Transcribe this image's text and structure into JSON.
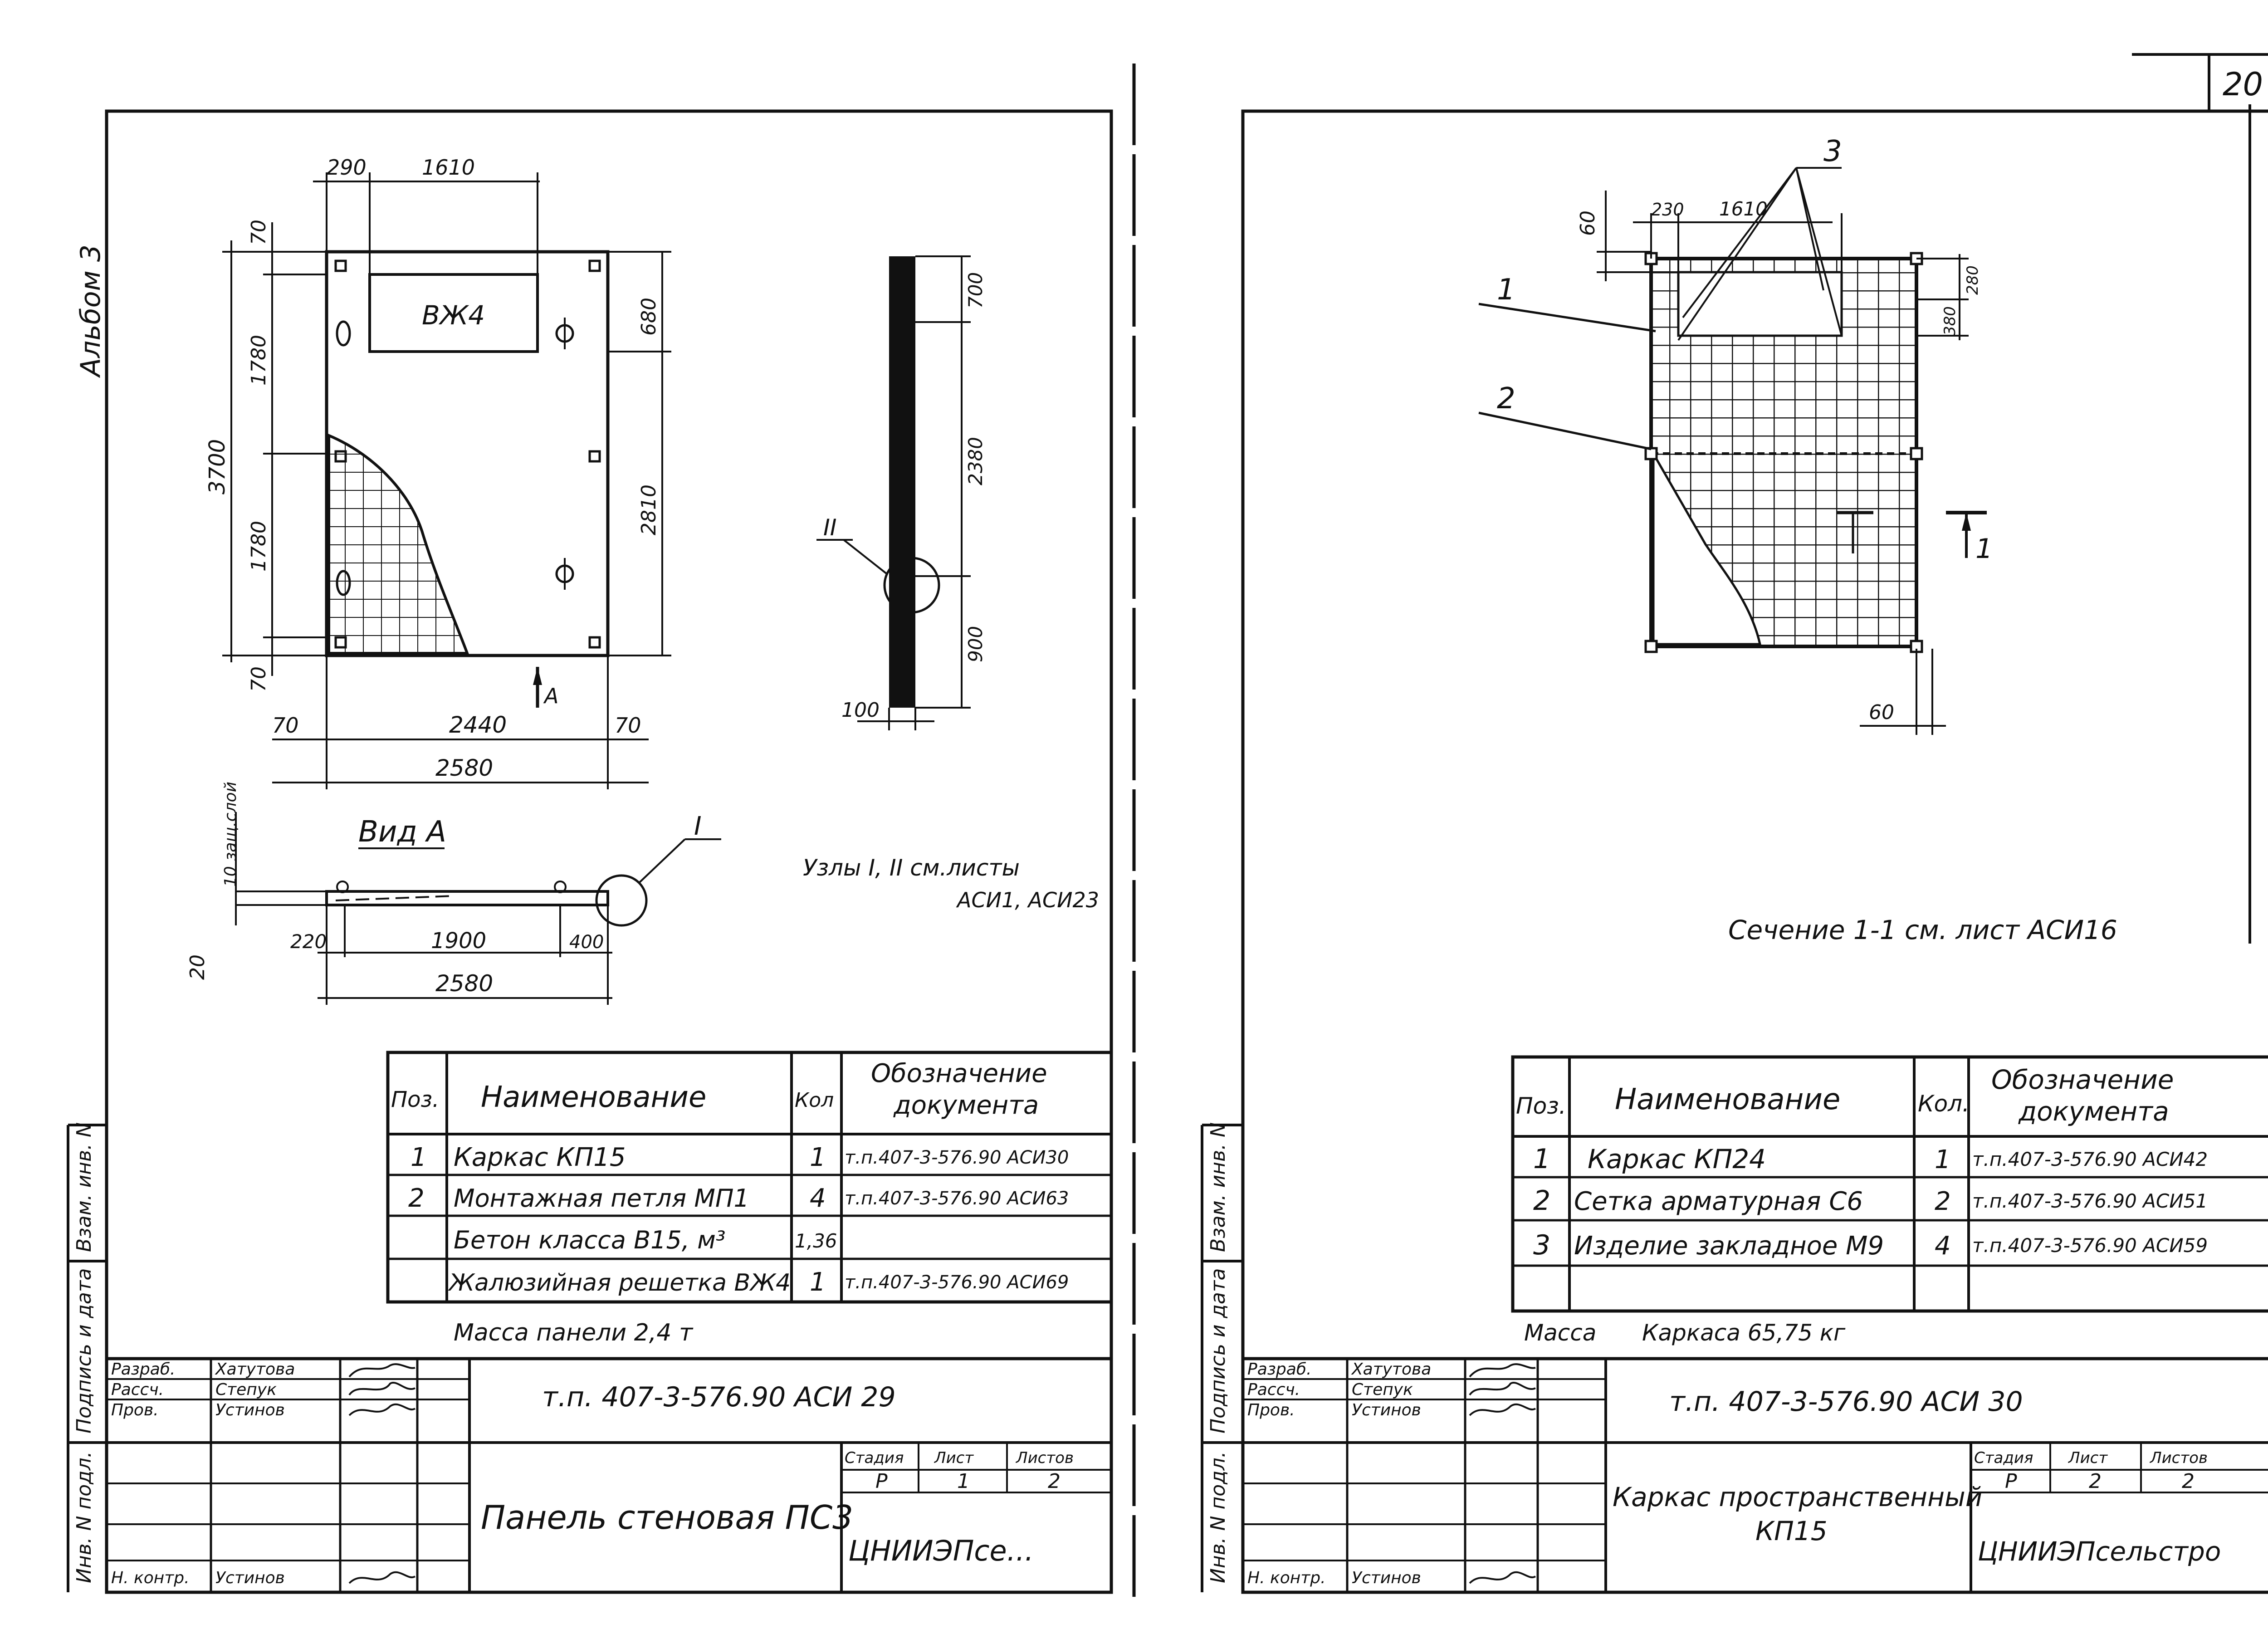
{
  "sheet_number": "20",
  "left": {
    "album": "Альбом 3",
    "dims": {
      "d290": "290",
      "d1610": "1610",
      "d70a": "70",
      "d1780a": "1780",
      "d3700": "3700",
      "d1780b": "1780",
      "d70b": "70",
      "d680": "680",
      "d2810": "2810",
      "d70c": "70",
      "d2440": "2440",
      "d70d": "70",
      "d2580a": "2580",
      "d700": "700",
      "d2380": "2380",
      "d900": "900",
      "d100": "100",
      "d20": "20",
      "d220": "220",
      "d1900": "1900",
      "d400": "400",
      "d2580b": "2580",
      "d10": "10 защ.слой"
    },
    "vzh4": "ВЖ4",
    "section_mark": "А",
    "node_ii": "II",
    "node_i": "I",
    "view_a": "Вид А",
    "nodes_note1": "Узлы I, II см.листы",
    "nodes_note2": "АСИ1, АСИ23",
    "spec_headers": {
      "pos": "Поз.",
      "name": "Наименование",
      "qty": "Кол",
      "doc1": "Обозначение",
      "doc2": "документа"
    },
    "spec_rows": [
      {
        "pos": "1",
        "name": "Каркас КП15",
        "qty": "1",
        "doc": "т.п.407-3-576.90 АСИ30"
      },
      {
        "pos": "2",
        "name": "Монтажная петля МП1",
        "qty": "4",
        "doc": "т.п.407-3-576.90 АСИ63"
      },
      {
        "pos": "",
        "name": "Бетон класса В15, м³",
        "qty": "1,36",
        "doc": ""
      },
      {
        "pos": "",
        "name": "Жалюзийная решетка ВЖ4",
        "qty": "1",
        "doc": "т.п.407-3-576.90 АСИ69"
      }
    ],
    "mass": "Масса панели 2,4 т",
    "stamp": {
      "roles": [
        "Разраб.",
        "Рассч.",
        "Пров.",
        "Н. контр."
      ],
      "names": [
        "Хатутова",
        "Степук",
        "Устинов",
        "Устинов"
      ],
      "code": "т.п. 407-3-576.90 АСИ 29",
      "title": "Панель стеновая ПС3",
      "stage_h": "Стадия",
      "sheet_h": "Лист",
      "sheets_h": "Листов",
      "stage": "Р",
      "sheet": "1",
      "sheets": "2",
      "org": "ЦНИИЭПсе..."
    },
    "margin_labels": [
      "Инв. N подл.",
      "Подпись и дата",
      "Взам. инв. N"
    ]
  },
  "right": {
    "dims": {
      "d60a": "60",
      "d230": "230",
      "d1610": "1610",
      "d380": "380",
      "d280": "280",
      "d60b": "60"
    },
    "callouts": {
      "c1": "1",
      "c2": "2",
      "c3": "3"
    },
    "cut": "1",
    "section_note": "Сечение 1-1 см. лист АСИ16",
    "spec_headers": {
      "pos": "Поз.",
      "name": "Наименование",
      "qty": "Кол.",
      "doc1": "Обозначение",
      "doc2": "документа"
    },
    "spec_rows": [
      {
        "pos": "1",
        "name": "Каркас КП24",
        "qty": "1",
        "doc": "т.п.407-3-576.90 АСИ42"
      },
      {
        "pos": "2",
        "name": "Сетка арматурная С6",
        "qty": "2",
        "doc": "т.п.407-3-576.90 АСИ51"
      },
      {
        "pos": "3",
        "name": "Изделие закладное М9",
        "qty": "4",
        "doc": "т.п.407-3-576.90 АСИ59"
      }
    ],
    "mass_label": "Масса",
    "mass": "Каркаса 65,75 кг",
    "stamp": {
      "roles": [
        "Разраб.",
        "Рассч.",
        "Пров.",
        "Н. контр."
      ],
      "names": [
        "Хатутова",
        "Степук",
        "Устинов",
        "Устинов"
      ],
      "code": "т.п. 407-3-576.90 АСИ 30",
      "title1": "Каркас пространственный",
      "title2": "КП15",
      "stage_h": "Стадия",
      "sheet_h": "Лист",
      "sheets_h": "Листов",
      "stage": "Р",
      "sheet": "2",
      "sheets": "2",
      "org": "ЦНИИЭПсельстро"
    },
    "margin_labels": [
      "Инв. N подл.",
      "Подпись и дата",
      "Взам. инв. N"
    ]
  }
}
